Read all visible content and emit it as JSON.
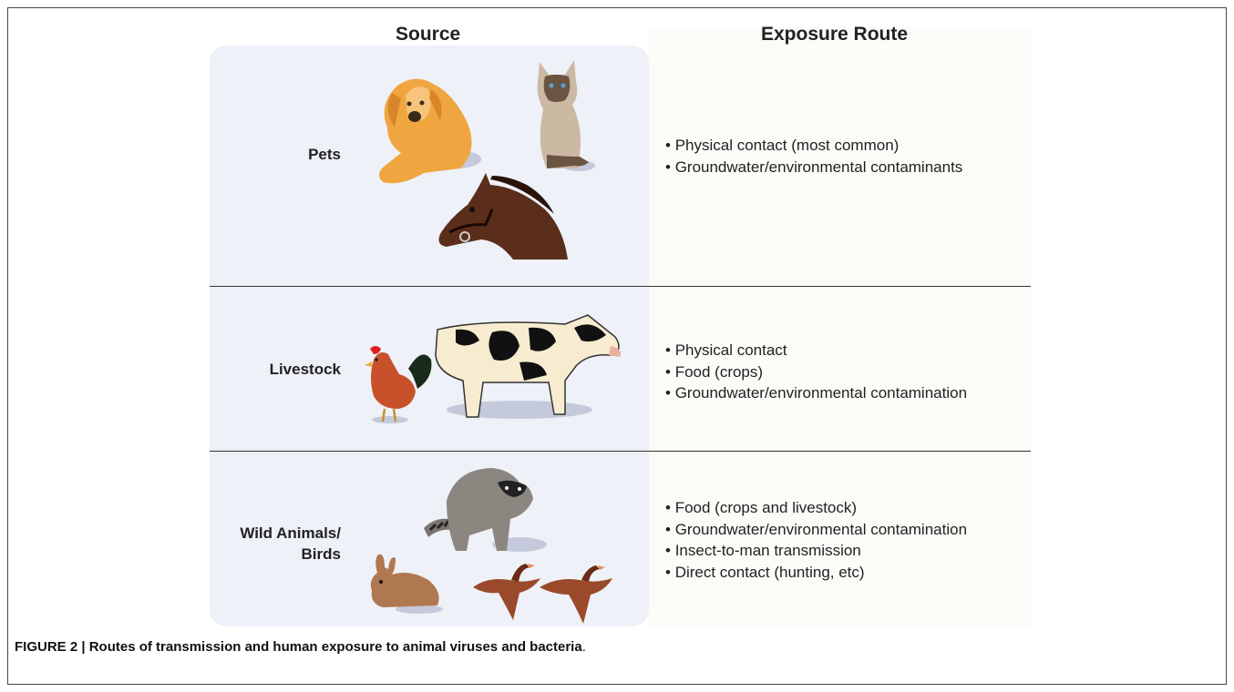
{
  "headers": {
    "source": "Source",
    "exposure": "Exposure Route"
  },
  "rows": [
    {
      "source": "Pets",
      "routes": [
        "Physical contact (most common)",
        "Groundwater/environmental contaminants"
      ],
      "animals": [
        "dog",
        "cat",
        "horse"
      ]
    },
    {
      "source": "Livestock",
      "routes": [
        "Physical contact",
        "Food (crops)",
        "Groundwater/environmental contamination"
      ],
      "animals": [
        "rooster",
        "cow"
      ]
    },
    {
      "source_line1": "Wild Animals/",
      "source_line2": "Birds",
      "routes": [
        "Food (crops and livestock)",
        "Groundwater/environmental contamination",
        "Insect-to-man transmission",
        "Direct contact (hunting, etc)"
      ],
      "animals": [
        "raccoon",
        "rabbit",
        "goose",
        "goose"
      ]
    }
  ],
  "caption": {
    "label": "FIGURE 2 | Routes of transmission and human exposure to animal viruses and bacteria",
    "end": "."
  }
}
